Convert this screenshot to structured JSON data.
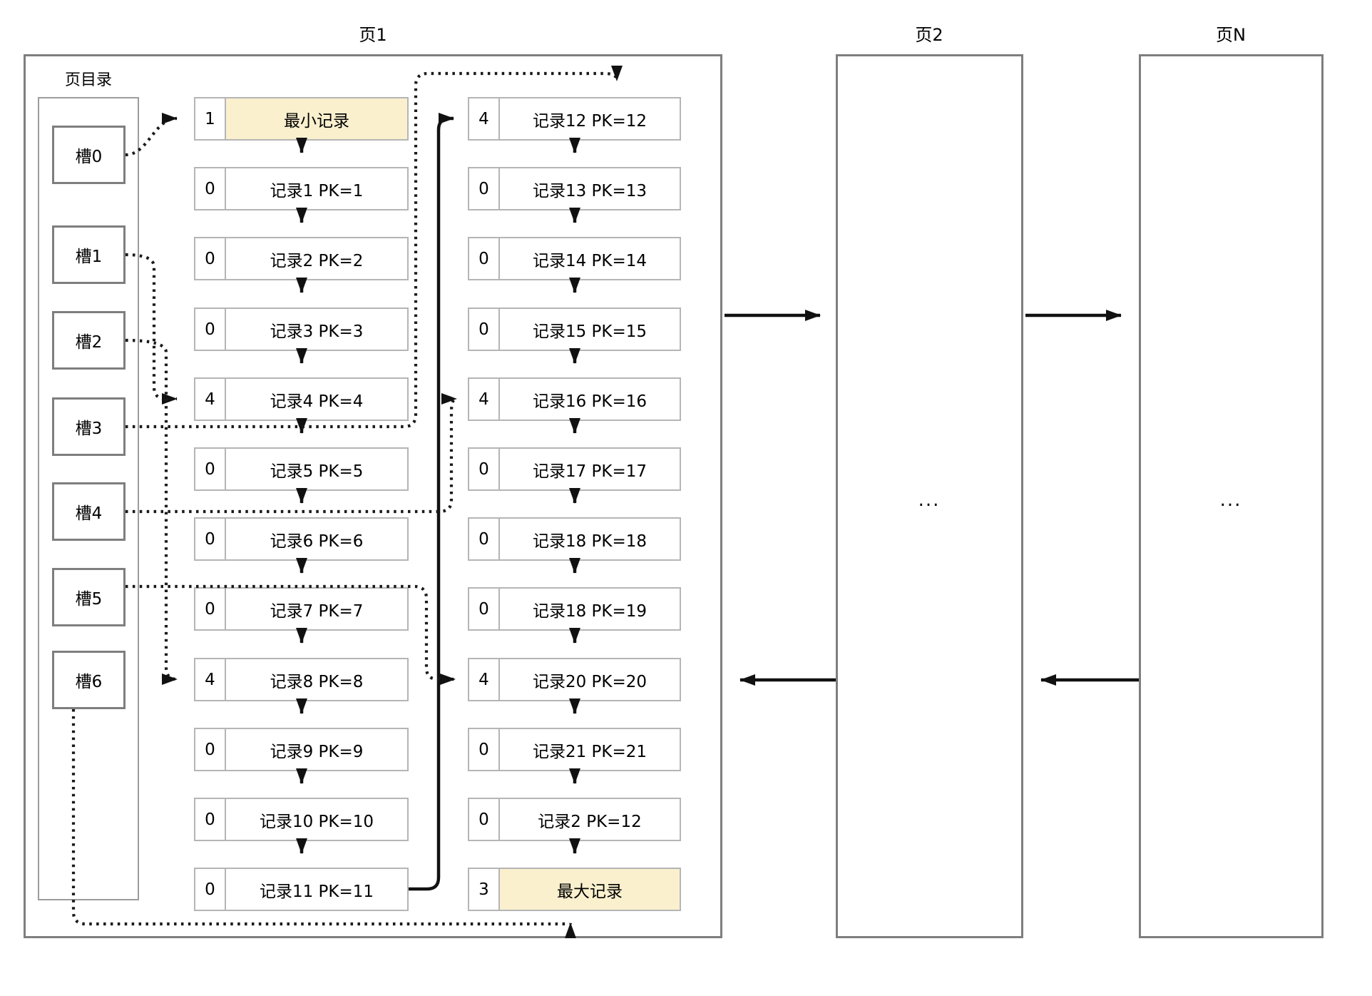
{
  "pages": {
    "page1": {
      "title": "页1"
    },
    "page2": {
      "title": "页2",
      "ellipsis": "..."
    },
    "pageN": {
      "title": "页N",
      "ellipsis": "..."
    }
  },
  "page_directory": {
    "label": "页目录",
    "slots": [
      {
        "label": "槽0"
      },
      {
        "label": "槽1"
      },
      {
        "label": "槽2"
      },
      {
        "label": "槽3"
      },
      {
        "label": "槽4"
      },
      {
        "label": "槽5"
      },
      {
        "label": "槽6"
      }
    ]
  },
  "records": {
    "left_column": [
      {
        "n": "1",
        "label": "最小记录",
        "highlight": true
      },
      {
        "n": "0",
        "label": "记录1 PK=1"
      },
      {
        "n": "0",
        "label": "记录2 PK=2"
      },
      {
        "n": "0",
        "label": "记录3 PK=3"
      },
      {
        "n": "4",
        "label": "记录4 PK=4"
      },
      {
        "n": "0",
        "label": "记录5 PK=5"
      },
      {
        "n": "0",
        "label": "记录6 PK=6"
      },
      {
        "n": "0",
        "label": "记录7 PK=7"
      },
      {
        "n": "4",
        "label": "记录8 PK=8"
      },
      {
        "n": "0",
        "label": "记录9 PK=9"
      },
      {
        "n": "0",
        "label": "记录10 PK=10"
      },
      {
        "n": "0",
        "label": "记录11 PK=11"
      }
    ],
    "right_column": [
      {
        "n": "4",
        "label": "记录12 PK=12"
      },
      {
        "n": "0",
        "label": "记录13 PK=13"
      },
      {
        "n": "0",
        "label": "记录14 PK=14"
      },
      {
        "n": "0",
        "label": "记录15 PK=15"
      },
      {
        "n": "4",
        "label": "记录16 PK=16"
      },
      {
        "n": "0",
        "label": "记录17 PK=17"
      },
      {
        "n": "0",
        "label": "记录18 PK=18"
      },
      {
        "n": "0",
        "label": "记录18 PK=19"
      },
      {
        "n": "4",
        "label": "记录20 PK=20"
      },
      {
        "n": "0",
        "label": "记录21 PK=21"
      },
      {
        "n": "0",
        "label": "记录2 PK=12"
      },
      {
        "n": "3",
        "label": "最大记录",
        "highlight": true
      }
    ]
  },
  "colors": {
    "highlight_fill": "#FAF0CE",
    "box_border": "#7E7E7E",
    "record_border": "#B5B5B5",
    "line_color": "#111111"
  }
}
